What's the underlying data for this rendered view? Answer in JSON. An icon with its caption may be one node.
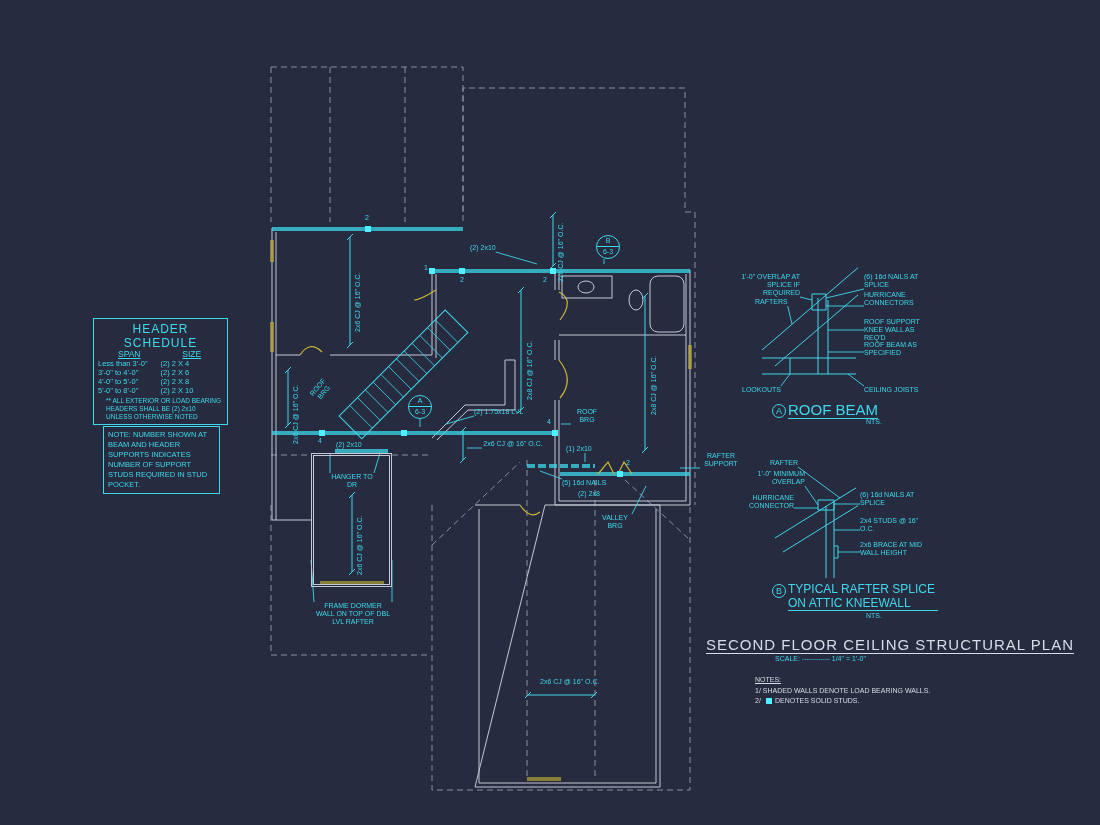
{
  "diagram": {
    "title": "SECOND FLOOR CEILING STRUCTURAL PLAN",
    "nodes": [
      {
        "text": [
          "HEADER SCHEDULE",
          "SPAN",
          "SIZE",
          "Less than 3'-0\"",
          "(2) 2 X 4",
          "3'-0\" to 4'-0\"",
          "(2) 2 X 6",
          "4'-0\" to 5'-0\"",
          "(2) 2 X 8",
          "5'-0\" to 8'-0\"",
          "(2) 2 X 10",
          "** ALL EXTERIOR OR LOAD BEARING HEADERS SHALL BE (2) 2x10 UNLESS OTHERWISE NOTED"
        ]
      },
      {
        "text": [
          "NOTE: NUMBER SHOWN AT BEAM AND HEADER SUPPORTS INDICATES NUMBER OF SUPPORT STUDS REQUIRED IN STUD POCKET."
        ]
      },
      {
        "text": [
          "(2) 2x10"
        ]
      },
      {
        "text": [
          "B",
          "6-3"
        ]
      },
      {
        "text": [
          "(2) 1.75x18 LVL"
        ]
      },
      {
        "text": [
          "A",
          "6-3"
        ]
      },
      {
        "text": [
          "ROOF BRG"
        ]
      },
      {
        "text": [
          "2x6 CJ @ 16\" O.C."
        ]
      },
      {
        "text": [
          "(1) 2x10"
        ]
      },
      {
        "text": [
          "(5) 16d NAILS"
        ]
      },
      {
        "text": [
          "RAFTER SUPPORT"
        ]
      },
      {
        "text": [],
        "shape": "box"
      },
      {
        "text": [
          "HANGER TO DR"
        ],
        "in": 11
      },
      {
        "text": [
          "VALLEY BRG"
        ]
      },
      {
        "text": [
          "FRAME DORMER WALL ON TOP OF DBL LVL RAFTER"
        ]
      },
      {
        "text": [],
        "shape": "picture"
      },
      {
        "text": [
          "1'-0\" OVERLAP AT SPLICE IF REQUIRED"
        ]
      },
      {
        "text": [
          "(6) 16d NAILS AT SPLICE"
        ]
      },
      {
        "text": [
          "HURRICANE CONNECTORS"
        ]
      },
      {
        "text": [
          "RAFTERS"
        ]
      },
      {
        "text": [
          "ROOF SUPPORT KNEE WALL AS REQ'D"
        ]
      },
      {
        "text": [
          "ROOF BEAM AS SPECIFIED"
        ]
      },
      {
        "text": [
          "LOOKOUTS"
        ]
      },
      {
        "text": [
          "CEILING JOISTS"
        ]
      },
      {
        "text": [],
        "shape": "picture"
      },
      {
        "text": [
          "RAFTER"
        ]
      },
      {
        "text": [
          "1'-0\" MINIMUM OVERLAP"
        ]
      },
      {
        "text": [
          "(6) 16d NAILS AT SPLICE"
        ]
      },
      {
        "text": [
          "HURRICANE CONNECTOR"
        ]
      },
      {
        "text": [
          "2x4 STUDS @ 16\" O.C."
        ]
      },
      {
        "text": [
          "2x6 BRACE AT MID WALL HEIGHT"
        ]
      }
    ],
    "edges": [
      {
        "from": 2,
        "to": null,
        "arrow": "none"
      },
      {
        "from": 3,
        "to": null,
        "arrow": "none"
      },
      {
        "from": 4,
        "to": null,
        "arrow": "none"
      },
      {
        "from": 5,
        "to": null,
        "arrow": "none"
      },
      {
        "from": 6,
        "to": null,
        "arrow": "none"
      },
      {
        "from": 7,
        "to": null,
        "arrow": "none"
      },
      {
        "from": 8,
        "to": null,
        "arrow": "none"
      },
      {
        "from": 9,
        "to": null,
        "arrow": "none"
      },
      {
        "from": 10,
        "to": null,
        "arrow": "none"
      },
      {
        "from": 12,
        "to": 11,
        "arrow": "none"
      },
      {
        "from": 12,
        "to": 11,
        "arrow": "none"
      },
      {
        "from": 13,
        "to": null,
        "arrow": "none"
      },
      {
        "from": 14,
        "to": 11,
        "arrow": "none"
      },
      {
        "from": 14,
        "to": 11,
        "arrow": "none"
      },
      {
        "from": 16,
        "to": 15,
        "arrow": "none"
      },
      {
        "from": 17,
        "to": 15,
        "arrow": "none"
      },
      {
        "from": 18,
        "to": 15,
        "arrow": "none"
      },
      {
        "from": 19,
        "to": 15,
        "arrow": "none"
      },
      {
        "from": 20,
        "to": 15,
        "arrow": "none"
      },
      {
        "from": 21,
        "to": 15,
        "arrow": "none"
      },
      {
        "from": 22,
        "to": 15,
        "arrow": "none"
      },
      {
        "from": 23,
        "to": 15,
        "arrow": "none"
      },
      {
        "from": 25,
        "to": 24,
        "arrow": "none"
      },
      {
        "from": 26,
        "to": 24,
        "arrow": "none"
      },
      {
        "from": 27,
        "to": 24,
        "arrow": "none"
      },
      {
        "from": 28,
        "to": 24,
        "arrow": "none"
      },
      {
        "from": 29,
        "to": 24,
        "arrow": "none"
      },
      {
        "from": 30,
        "to": 24,
        "arrow": "none"
      }
    ],
    "labels": [
      "2",
      "2x6 CJ @ 16\" O.C.",
      "2x6 CJ @ 16\" O.C.",
      "1",
      "2",
      "2",
      "2x8 CJ @ 16\" O.C.",
      "2x8 CJ @ 16\" O.C.",
      "2x6 CJ @ 16\" O.C.",
      "ROOF BRG",
      "4",
      "4",
      "2",
      "(2) 2x8",
      "(2) 2x10",
      "2x6 CJ @ 16\" O.C.",
      "2x6 CJ @ 16\" O.C.",
      "A",
      "ROOF BEAM",
      "NTS.",
      "B",
      "TYPICAL RAFTER SPLICE ON ATTIC KNEEWALL",
      "NTS.",
      "SCALE: ------------ 1/4\" = 1'-0\"",
      "NOTES:",
      "1/ SHADED WALLS DENOTE LOAD BEARING WALLS.",
      "2/",
      "DENOTES SOLID STUDS."
    ]
  }
}
